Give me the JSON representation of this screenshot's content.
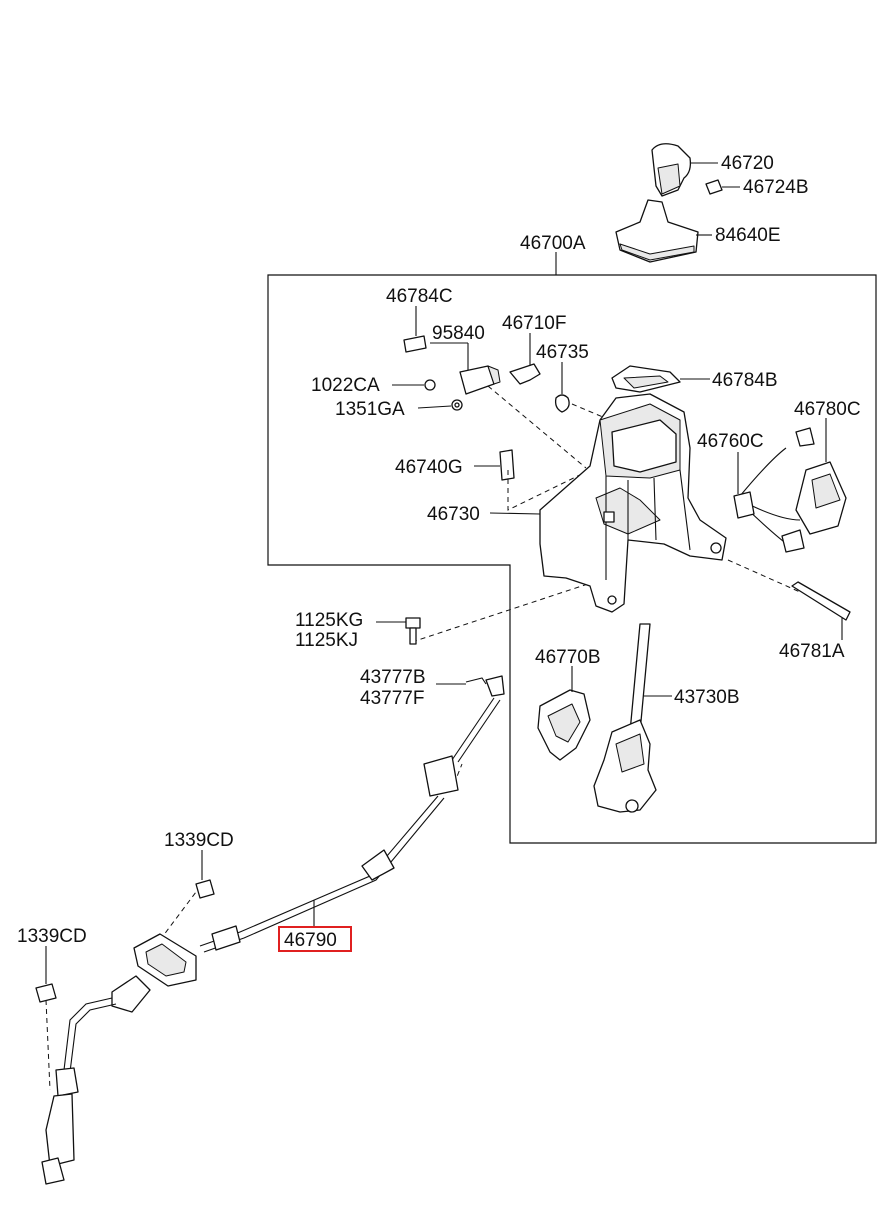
{
  "diagram": {
    "highlight_color": "#e02020",
    "labels": {
      "p46720": "46720",
      "p46724B": "46724B",
      "p84640E": "84640E",
      "p46700A": "46700A",
      "p46784C": "46784C",
      "p95840": "95840",
      "p46710F": "46710F",
      "p46735": "46735",
      "p1022CA": "1022CA",
      "p46784B": "46784B",
      "p1351GA": "1351GA",
      "p46780C": "46780C",
      "p46760C": "46760C",
      "p46740G": "46740G",
      "p46730": "46730",
      "p1125KG": "1125KG",
      "p1125KJ": "1125KJ",
      "p46781A": "46781A",
      "p46770B": "46770B",
      "p43777B": "43777B",
      "p43777F": "43777F",
      "p43730B": "43730B",
      "p1339CD_a": "1339CD",
      "p1339CD_b": "1339CD",
      "p46790": "46790"
    }
  }
}
